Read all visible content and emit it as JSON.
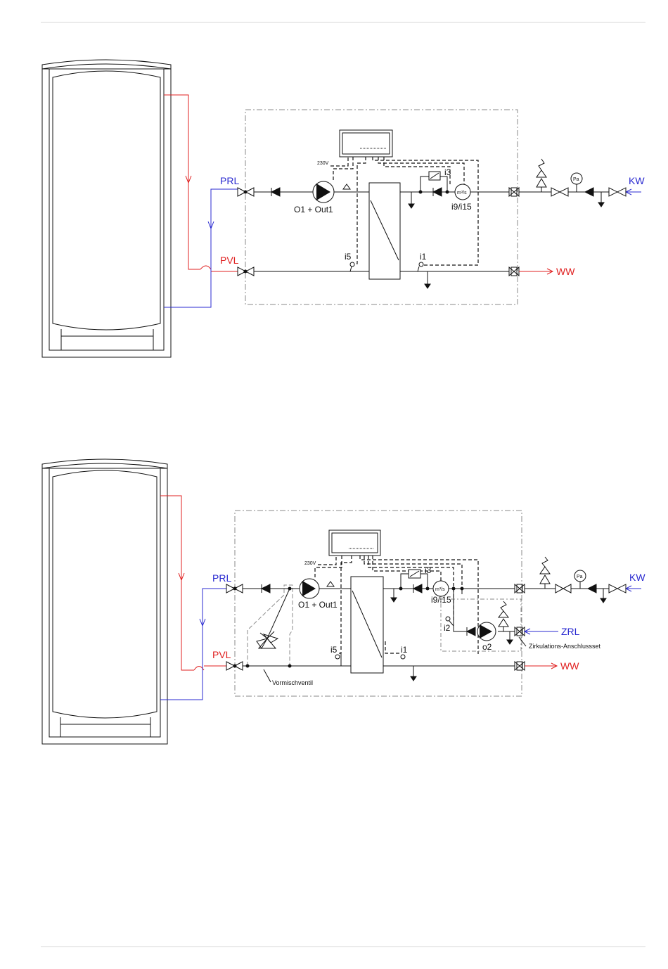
{
  "colors": {
    "hot_line": "#e02020",
    "cold_line": "#2a2ad0",
    "pipe": "#111111",
    "boundary": "#8a8a8a"
  },
  "diagram1": {
    "prl": "PRL",
    "pvl": "PVL",
    "kw": "KW",
    "ww": "WW",
    "voltage": "230V",
    "pump": "O1 + Out1",
    "flow_sensor": "i9/i15",
    "flow_unit": "m³/s",
    "pressure": "Pa",
    "sensor_i3": "i3",
    "sensor_i5": "i5",
    "sensor_i1": "i1"
  },
  "diagram2": {
    "prl": "PRL",
    "pvl": "PVL",
    "kw": "KW",
    "ww": "WW",
    "zrl": "ZRL",
    "voltage": "230V",
    "pump": "O1 + Out1",
    "flow_sensor": "i9/i15",
    "flow_unit": "m³/s",
    "pressure": "Pa",
    "sensor_i3": "i3",
    "sensor_i5": "i5",
    "sensor_i1": "i1",
    "sensor_i2": "i2",
    "pump_o2": "o2",
    "mixing_valve": "Vormischventil",
    "circulation_set": "Zirkulations-Anschlussset"
  }
}
